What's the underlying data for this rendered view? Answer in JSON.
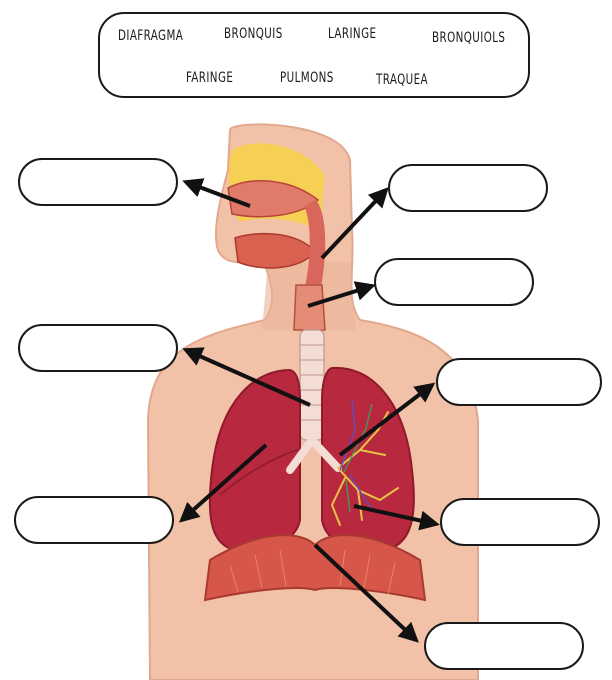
{
  "word_bank": {
    "words": [
      "DIAFRAGMA",
      "BRONQUIS",
      "LARINGE",
      "BRONQUIOLS",
      "FARINGE",
      "PULMONS",
      "TRAQUEA"
    ]
  },
  "label_boxes": [
    {
      "id": "box-upper-left",
      "value": ""
    },
    {
      "id": "box-upper-right",
      "value": ""
    },
    {
      "id": "box-mid-right",
      "value": ""
    },
    {
      "id": "box-middle-left",
      "value": ""
    },
    {
      "id": "box-right-bronchi",
      "value": ""
    },
    {
      "id": "box-lower-left",
      "value": ""
    },
    {
      "id": "box-lower-right",
      "value": ""
    },
    {
      "id": "box-bottom-right",
      "value": ""
    }
  ],
  "colors": {
    "skin": "#f2c2a8",
    "skin_shade": "#e6a68c",
    "lung": "#b8283e",
    "lung_dark": "#8e1a2c",
    "airway": "#e07b6a",
    "trachea_ring": "#f4ddd4",
    "muscle": "#d6574a",
    "sinus": "#f5d24a",
    "arrow": "#111111"
  }
}
